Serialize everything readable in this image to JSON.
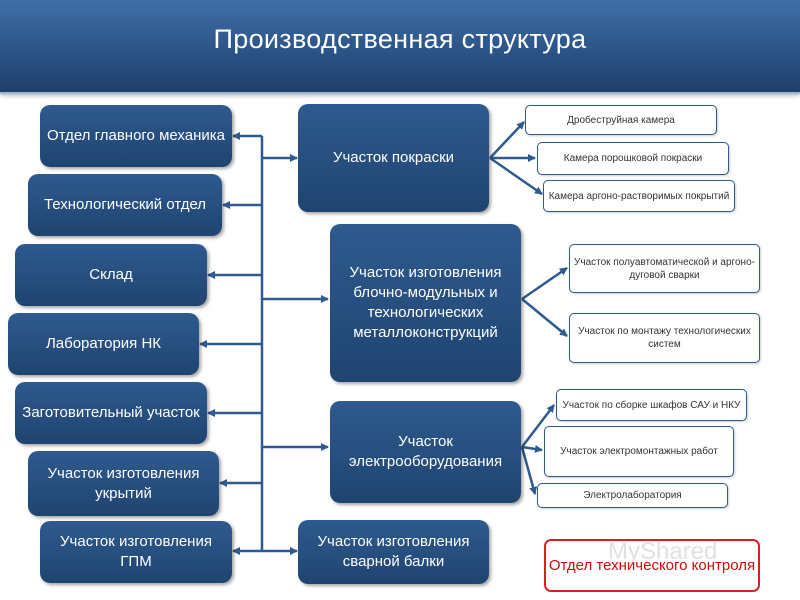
{
  "title": "Производственная структура",
  "left_units": [
    "Отдел главного механика",
    "Технологический отдел",
    "Склад",
    "Лаборатория НК",
    "Заготовительный участок",
    "Участок изготовления укрытий",
    "Участок изготовления ГПМ"
  ],
  "center_units": [
    "Участок покраски",
    "Участок изготовления блочно-модульных и технологических металлоконструкций",
    "Участок электрооборудования",
    "Участок изготовления сварной балки"
  ],
  "painting_subunits": [
    "Дробеструйная камера",
    "Камера порошковой покраски",
    "Камера аргоно-растворимых покрытий"
  ],
  "metal_subunits": [
    "Участок полуавтоматической и аргоно-дуговой сварки",
    "Участок по монтажу технологических систем"
  ],
  "electro_subunits": [
    "Участок по сборке шкафов САУ и НКУ",
    "Участок электромонтажных работ",
    "Электролаборатория"
  ],
  "quality_control": "Отдел технического контроля",
  "watermark": "MyShared"
}
